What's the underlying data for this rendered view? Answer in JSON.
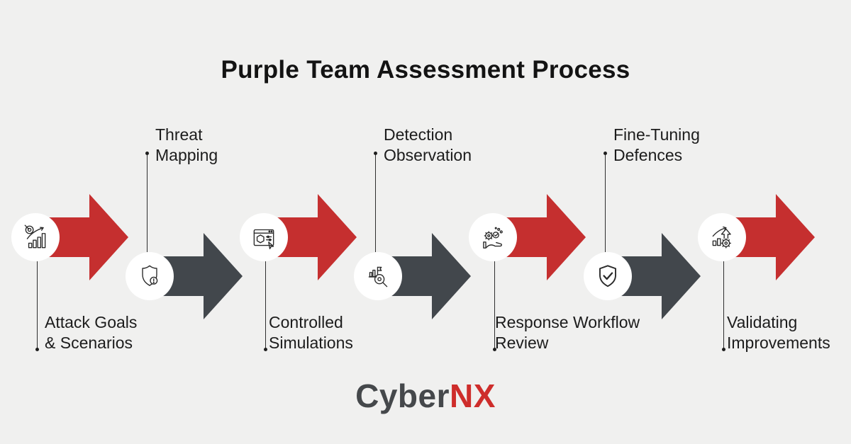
{
  "title": "Purple Team Assessment Process",
  "colors": {
    "background": "#F0F0EF",
    "arrow_red": "#C52F2F",
    "arrow_dark": "#42474C",
    "text": "#1C1C1C",
    "logo_gray": "#45484B",
    "logo_red": "#CE2D2B"
  },
  "steps": [
    {
      "lines": [
        "Attack Goals",
        "& Scenarios"
      ],
      "icon": "goals-chart-icon",
      "arrow_color": "red",
      "label_position": "bottom"
    },
    {
      "lines": [
        "Threat",
        "Mapping"
      ],
      "icon": "shield-alert-icon",
      "arrow_color": "dark",
      "label_position": "top"
    },
    {
      "lines": [
        "Controlled",
        "Simulations"
      ],
      "icon": "simulation-window-icon",
      "arrow_color": "red",
      "label_position": "bottom"
    },
    {
      "lines": [
        "Detection",
        "Observation"
      ],
      "icon": "magnifier-analysis-icon",
      "arrow_color": "dark",
      "label_position": "top"
    },
    {
      "lines": [
        "Response Workflow",
        "Review"
      ],
      "icon": "hand-gears-icon",
      "arrow_color": "red",
      "label_position": "bottom"
    },
    {
      "lines": [
        "Fine-Tuning",
        "Defences"
      ],
      "icon": "shield-check-icon",
      "arrow_color": "dark",
      "label_position": "top"
    },
    {
      "lines": [
        "Validating",
        "Improvements"
      ],
      "icon": "chart-gear-icon",
      "arrow_color": "red",
      "label_position": "bottom"
    }
  ],
  "logo": {
    "part1": "Cyber",
    "part2": "NX"
  }
}
